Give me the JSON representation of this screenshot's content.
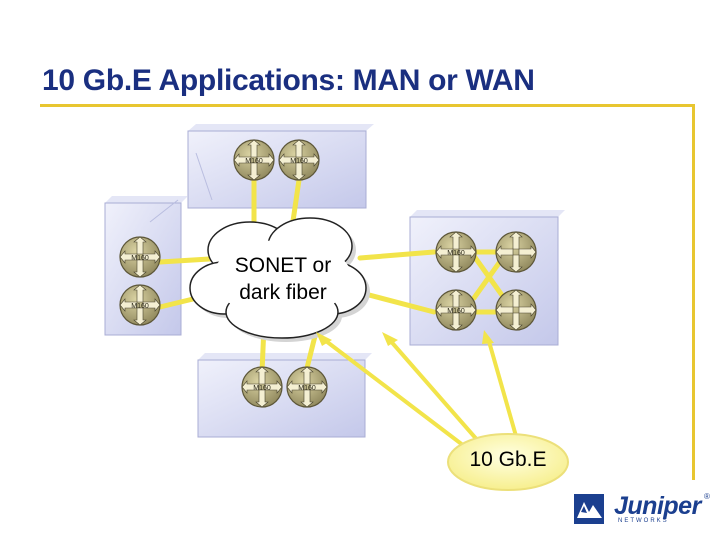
{
  "title": "10 Gb.E Applications: MAN or WAN",
  "cloud": {
    "line1": "SONET or",
    "line2": "dark fiber"
  },
  "gbe_label": "10 Gb.E",
  "router_label": "M160",
  "logo": {
    "name": "Juniper",
    "sub": "NETWORKS",
    "reg": "®"
  },
  "colors": {
    "title": "#1a2f80",
    "accent": "#e8c630",
    "link": "#f2e44a",
    "panel": "#ccd0ee",
    "logo": "#1b3f8f"
  }
}
